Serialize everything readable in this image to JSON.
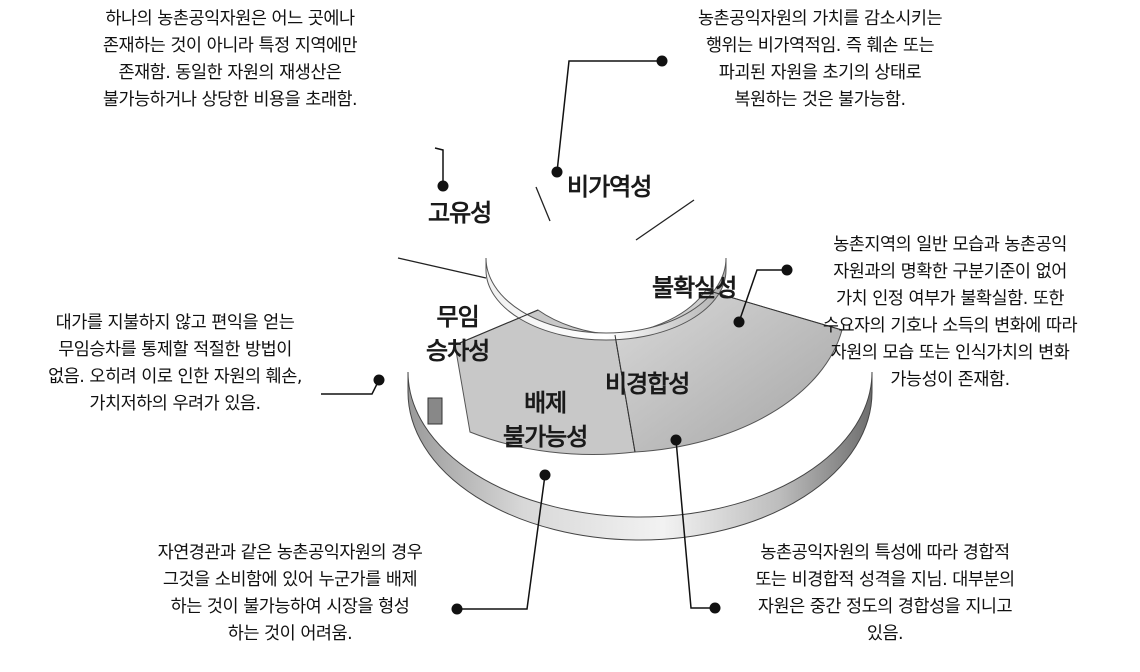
{
  "segments": [
    {
      "key": "inherent",
      "label": "고유성"
    },
    {
      "key": "irreversible",
      "label": "비가역성"
    },
    {
      "key": "uncertain",
      "label": "불확실성"
    },
    {
      "key": "nonrival",
      "label": "비경합성"
    },
    {
      "key": "nonexcludable",
      "label_lines": [
        "배제",
        "불가능성"
      ]
    },
    {
      "key": "freeride",
      "label_lines": [
        "무임",
        "승차성"
      ]
    }
  ],
  "notes": {
    "inherent": [
      "하나의 농촌공익자원은 어느 곳에나",
      "존재하는 것이 아니라 특정 지역에만",
      "존재함. 동일한 자원의 재생산은",
      "불가능하거나 상당한 비용을 초래함."
    ],
    "irreversible": [
      "농촌공익자원의 가치를 감소시키는",
      "행위는 비가역적임. 즉 훼손 또는",
      "파괴된 자원을 초기의 상태로",
      "복원하는 것은 불가능함."
    ],
    "uncertain": [
      "농촌지역의 일반 모습과 농촌공익",
      "자원과의 명확한 구분기준이 없어",
      "가치 인정 여부가 불확실함. 또한",
      "수요자의 기호나 소득의 변화에 따라",
      "자원의 모습 또는 인식가치의 변화",
      "가능성이 존재함."
    ],
    "nonrival": [
      "농촌공익자원의 특성에 따라 경합적",
      "또는 비경합적 성격을 지님. 대부분의",
      "자원은 중간 정도의 경합성을 지니고",
      "있음."
    ],
    "nonexcludable": [
      "자연경관과 같은 농촌공익자원의 경우",
      "그것을 소비함에 있어 누군가를 배제",
      "하는 것이 불가능하여 시장을 형성",
      "하는 것이 어려움."
    ],
    "freeride": [
      "대가를 지불하지 않고 편익을 얻는",
      "무임승차를 통제할 적절한 방법이",
      "없음. 오히려 이로 인한 자원의 훼손,",
      "가치저하의 우려가 있음."
    ]
  }
}
